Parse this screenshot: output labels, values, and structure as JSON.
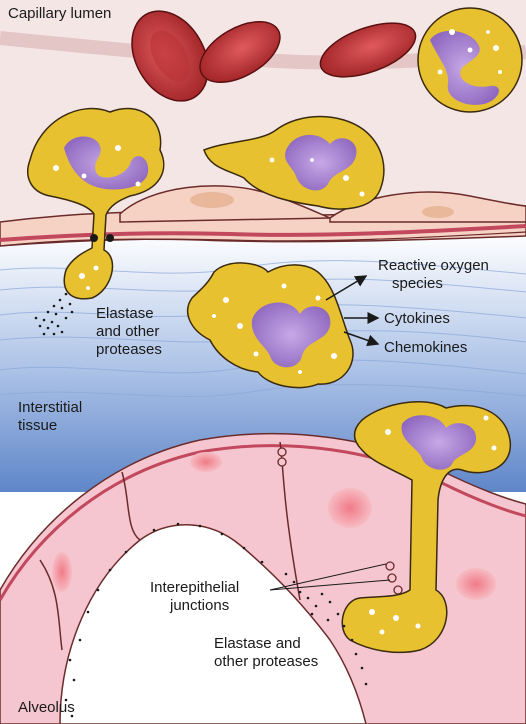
{
  "labels": {
    "capillary_lumen": "Capillary lumen",
    "reactive_oxygen_line1": "Reactive oxygen",
    "reactive_oxygen_line2": "species",
    "cytokines": "Cytokines",
    "chemokines": "Chemokines",
    "elastase_top_line1": "Elastase",
    "elastase_top_line2": "and other",
    "elastase_top_line3": "proteases",
    "interstitial_line1": "Interstitial",
    "interstitial_line2": "tissue",
    "interepithelial_line1": "Interepithelial",
    "interepithelial_line2": "junctions",
    "elastase_bottom_line1": "Elastase and",
    "elastase_bottom_line2": "other proteases",
    "alveolus": "Alveolus"
  },
  "colors": {
    "capillary": "#f1dfe0",
    "endothelium": "#f6d2c4",
    "basement_membrane": "#d9556b",
    "interstitium_top": "#ffffff",
    "interstitium_bottom": "#5f86c8",
    "epithelium": "#f1b9c4",
    "alveolar_space": "#ffffff",
    "neutrophil": "#e7c12f",
    "nucleus": "#a27fcf",
    "red_cell": "#b12b2e"
  },
  "icons": {
    "red_cell": "red-blood-cell-icon",
    "neutrophil": "neutrophil-icon",
    "arrow": "arrow-icon"
  }
}
